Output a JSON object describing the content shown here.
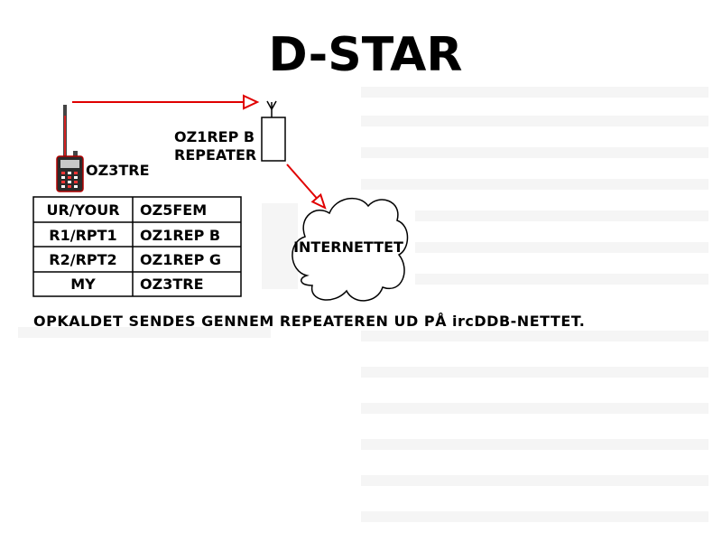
{
  "title": "D-STAR",
  "handheld": {
    "callsign": "OZ3TRE",
    "icon": "handheld-radio-icon"
  },
  "repeater": {
    "label_line1": "OZ1REP B",
    "label_line2": "REPEATER",
    "icon": "repeater-antenna-icon"
  },
  "cloud": {
    "label": "INTERNETTET",
    "icon": "cloud-icon"
  },
  "table": {
    "rows": [
      {
        "field": "UR/YOUR",
        "value": "OZ5FEM"
      },
      {
        "field": "R1/RPT1",
        "value": "OZ1REP B"
      },
      {
        "field": "R2/RPT2",
        "value": "OZ1REP G"
      },
      {
        "field": "MY",
        "value": "OZ3TRE"
      }
    ]
  },
  "caption": "OPKALDET SENDES GENNEM REPEATEREN UD PÅ ircDDB-NETTET.",
  "colors": {
    "arrow": "#e00000",
    "text": "#000000",
    "background": "#ffffff"
  }
}
